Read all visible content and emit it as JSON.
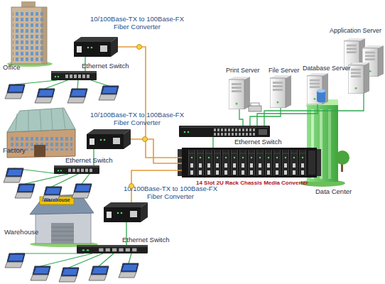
{
  "diagram": {
    "nodes": [
      {
        "text": [
          "Office"
        ]
      },
      {
        "text": [
          "10/100Base-TX to 100Base-FX Fiber Converter"
        ]
      },
      {
        "text": [
          "Ethernet Switch"
        ]
      },
      {
        "text": [
          "Factory"
        ]
      },
      {
        "text": [
          "10/100Base-TX to 100Base-FX Fiber Converter"
        ]
      },
      {
        "text": [
          "Ethernet Switch"
        ]
      },
      {
        "text": [
          "Warehouse",
          "Warehouse"
        ]
      },
      {
        "text": [
          "10/100Base-TX to 100Base-FX Fiber Converter"
        ]
      },
      {
        "text": [
          "Ethernet Switch"
        ]
      },
      {
        "text": [
          "Print Server"
        ]
      },
      {
        "text": [
          "File Server"
        ]
      },
      {
        "text": [
          "Database Server"
        ]
      },
      {
        "text": [
          "Application Server"
        ]
      },
      {
        "text": [
          "Ethernet Switch"
        ]
      },
      {
        "text": [
          "14 Slot 2U Rack Chassis Media Converter"
        ]
      },
      {
        "text": [
          "Data Center"
        ]
      }
    ],
    "edges": [
      {
        "from": 1,
        "to": 14,
        "arrow": "none"
      },
      {
        "from": 4,
        "to": 14,
        "arrow": "none"
      },
      {
        "from": 7,
        "to": 14,
        "arrow": "none"
      },
      {
        "from": 1,
        "to": 2,
        "arrow": "none"
      },
      {
        "from": 4,
        "to": 5,
        "arrow": "none"
      },
      {
        "from": 7,
        "to": 8,
        "arrow": "none"
      },
      {
        "from": 14,
        "to": 13,
        "arrow": "none"
      },
      {
        "from": 9,
        "to": 13,
        "arrow": "none"
      },
      {
        "from": 10,
        "to": 13,
        "arrow": "none"
      },
      {
        "from": 11,
        "to": 13,
        "arrow": "none"
      },
      {
        "from": 12,
        "to": 13,
        "arrow": "none"
      }
    ]
  }
}
